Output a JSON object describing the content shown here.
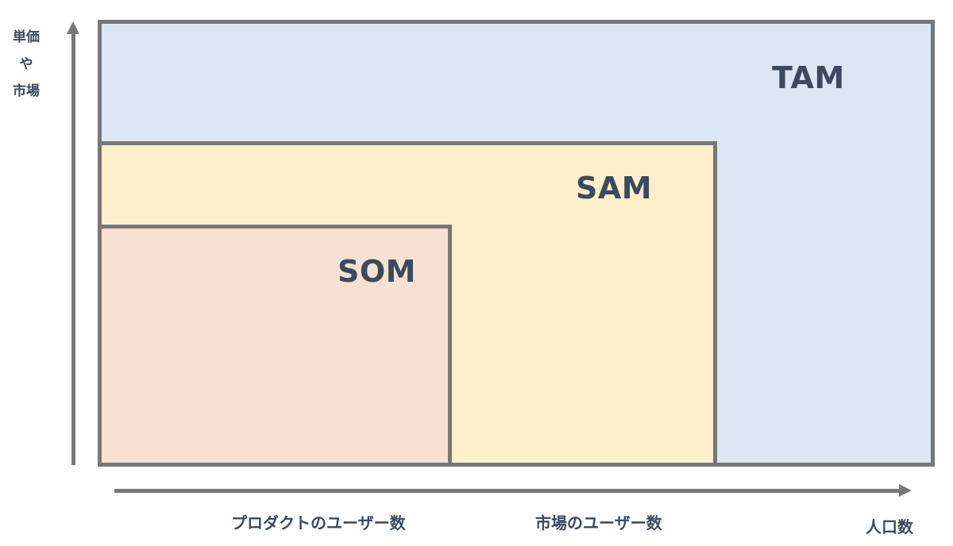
{
  "diagram": {
    "type": "nested-market-size",
    "boxes": [
      {
        "id": "tam",
        "label": "TAM",
        "color": "#dbe7f4"
      },
      {
        "id": "sam",
        "label": "SAM",
        "color": "#fdefc9"
      },
      {
        "id": "som",
        "label": "SOM",
        "color": "#f8e0d3"
      }
    ],
    "border_color": "#777777",
    "text_color": "#3b4a5e"
  },
  "axes": {
    "y_label_lines": [
      "単価",
      "や",
      "市場"
    ],
    "x_labels": {
      "som": "プロダクトのユーザー数",
      "sam": "市場のユーザー数",
      "tam": "人口数"
    }
  }
}
